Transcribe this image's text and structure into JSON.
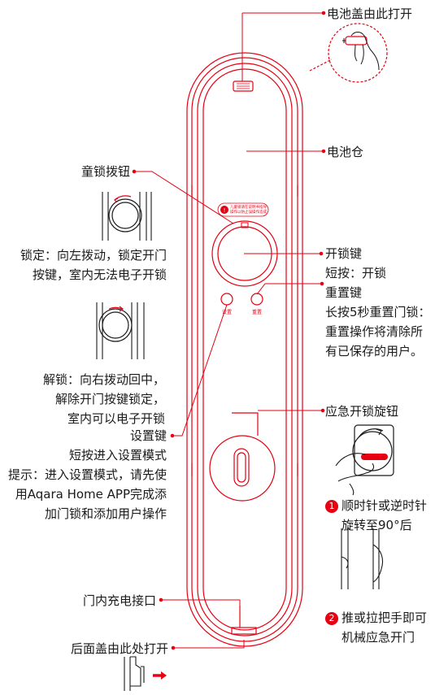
{
  "accent": "#e60012",
  "labels": {
    "battery_cover": "电池盖由此打开",
    "battery_compartment": "电池仓",
    "child_lock": "童锁拨钮",
    "lock_state": [
      "锁定：向左拨动，锁定开门",
      "按键，室内无法电子开锁"
    ],
    "unlock_state": [
      "解锁：向右拨动回中，",
      "解除开门按键锁定，",
      "室内可以电子开锁"
    ],
    "open_key": [
      "开锁键",
      "短按：开锁"
    ],
    "reset_key": [
      "重置键",
      "长按5秒重置门锁：",
      "重置操作将清除所",
      "有已保存的用户。"
    ],
    "settings_key": [
      "设置键",
      "短按进入设置模式",
      "提示：进入设置模式，请先使",
      "用Aqara Home APP完成添",
      "加门锁和添加用户操作"
    ],
    "emergency_knob": "应急开锁旋钮",
    "step1": [
      "顺时针或逆时针",
      "旋转至90°后"
    ],
    "step2": [
      "推或拉把手即可",
      "机械应急开门"
    ],
    "charge_port": "门内充电接口",
    "back_cover": "后面盖由此处打开",
    "step_numbers": [
      "1",
      "2"
    ],
    "device_buttons": [
      "设置",
      "重置"
    ],
    "warning_text": [
      "儿童锁请在说明书指导",
      "操作以防止误操作造成"
    ]
  }
}
